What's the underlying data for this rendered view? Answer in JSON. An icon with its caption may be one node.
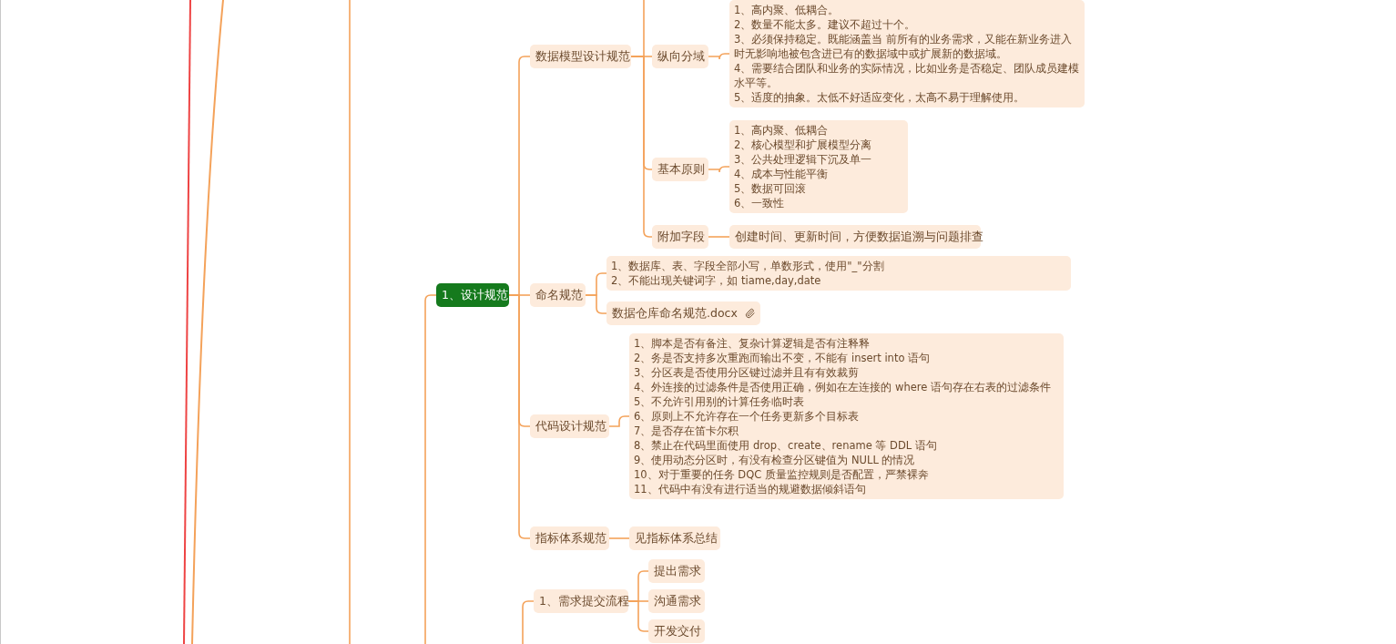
{
  "diagram": {
    "nodes": [
      {
        "text": [
          "1、设计规范"
        ]
      },
      {
        "text": [
          "数据模型设计规范"
        ]
      },
      {
        "text": [
          "纵向分域"
        ]
      },
      {
        "text": [
          "1、高内聚、低耦合。",
          "2、数量不能太多。建议不超过十个。",
          "3、必须保持稳定。既能涵盖当 前所有的业务需求，又能在新业务进入时无影响地被包含进已有的数据域中或扩展新的数据域。",
          "4、需要结合团队和业务的实际情况，比如业务是否稳定、团队成员建模水平等。",
          "5、适度的抽象。太低不好适应变化，太高不易于理解使用。"
        ]
      },
      {
        "text": [
          "基本原则"
        ]
      },
      {
        "text": [
          "1、高内聚、低耦合",
          "2、核心模型和扩展模型分离",
          "3、公共处理逻辑下沉及单一",
          "4、成本与性能平衡",
          "5、数据可回滚",
          "6、一致性"
        ]
      },
      {
        "text": [
          "附加字段"
        ]
      },
      {
        "text": [
          "创建时间、更新时间，方便数据追溯与问题排查"
        ]
      },
      {
        "text": [
          "命名规范"
        ]
      },
      {
        "text": [
          "1、数据库、表、字段全部小写，单数形式，使用\"_\"分割",
          "2、不能出现关键词字，如 tiame,day,date"
        ]
      },
      {
        "text": [
          "数据仓库命名规范.docx"
        ]
      },
      {
        "text": [
          "代码设计规范"
        ]
      },
      {
        "text": [
          "1、脚本是否有备注、复杂计算逻辑是否有注释释",
          "2、务是否支持多次重跑而输出不变，不能有 insert into 语句",
          "3、分区表是否使用分区键过滤并且有有效裁剪",
          "4、外连接的过滤条件是否使用正确，例如在左连接的 where 语句存在右表的过滤条件",
          "5、不允许引用别的计算任务临时表",
          "6、原则上不允许存在一个任务更新多个目标表",
          "7、是否存在笛卡尔积",
          "8、禁止在代码里面使用 drop、create、rename 等 DDL 语句",
          "9、使用动态分区时，有没有检查分区键值为 NULL 的情况",
          "10、对于重要的任务 DQC 质量监控规则是否配置，严禁裸奔",
          "11、代码中有没有进行适当的规避数据倾斜语句"
        ]
      },
      {
        "text": [
          "指标体系规范"
        ]
      },
      {
        "text": [
          "见指标体系总结"
        ]
      },
      {
        "text": [
          "1、需求提交流程"
        ]
      },
      {
        "text": [
          "提出需求"
        ]
      },
      {
        "text": [
          "沟通需求"
        ]
      },
      {
        "text": [
          "开发交付"
        ]
      }
    ],
    "edges": [
      {
        "from": null,
        "to": 0,
        "arrow": "none"
      },
      {
        "from": 0,
        "to": 1,
        "arrow": "none"
      },
      {
        "from": 0,
        "to": 8,
        "arrow": "none"
      },
      {
        "from": 0,
        "to": 11,
        "arrow": "none"
      },
      {
        "from": 0,
        "to": 13,
        "arrow": "none"
      },
      {
        "from": 1,
        "to": null,
        "arrow": "none"
      },
      {
        "from": 1,
        "to": 2,
        "arrow": "none"
      },
      {
        "from": 1,
        "to": 4,
        "arrow": "none"
      },
      {
        "from": 1,
        "to": 6,
        "arrow": "none"
      },
      {
        "from": 2,
        "to": 3,
        "arrow": "none"
      },
      {
        "from": 4,
        "to": 5,
        "arrow": "none"
      },
      {
        "from": 6,
        "to": 7,
        "arrow": "none"
      },
      {
        "from": 8,
        "to": 9,
        "arrow": "none"
      },
      {
        "from": 8,
        "to": 10,
        "arrow": "none"
      },
      {
        "from": 11,
        "to": 12,
        "arrow": "none"
      },
      {
        "from": 13,
        "to": 14,
        "arrow": "none"
      },
      {
        "from": null,
        "to": 15,
        "arrow": "none"
      },
      {
        "from": 15,
        "to": 16,
        "arrow": "none"
      },
      {
        "from": 15,
        "to": 17,
        "arrow": "none"
      },
      {
        "from": 15,
        "to": 18,
        "arrow": "none"
      }
    ]
  }
}
